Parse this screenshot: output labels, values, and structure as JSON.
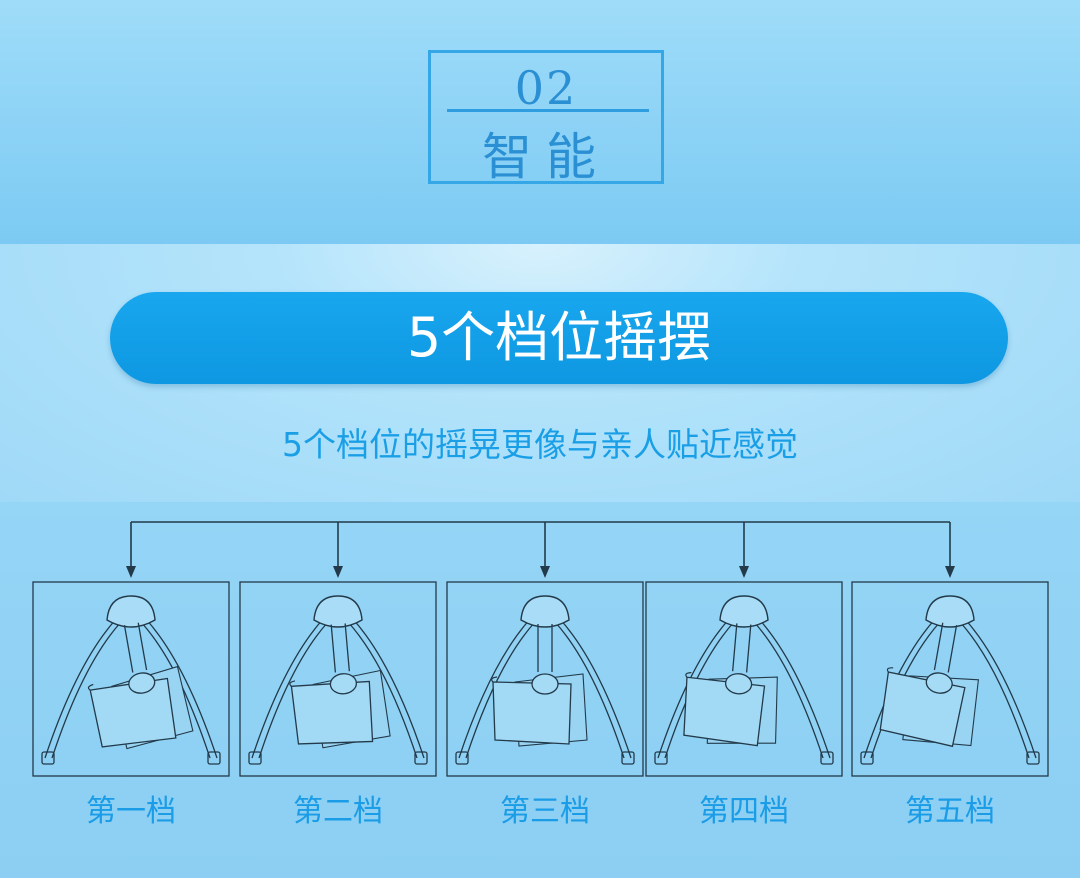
{
  "badge": {
    "number": "02",
    "title": "智能"
  },
  "banner": {
    "title": "5个档位摇摆"
  },
  "subtitle": "5个档位的摇晃更像与亲人贴近感觉",
  "gears": [
    {
      "label": "第一档",
      "swing": -10
    },
    {
      "label": "第二档",
      "swing": -5
    },
    {
      "label": "第三档",
      "swing": 0
    },
    {
      "label": "第四档",
      "swing": 5
    },
    {
      "label": "第五档",
      "swing": 10
    }
  ],
  "colors": {
    "accent": "#139fe8",
    "text": "#1b9ce6",
    "frame": "#223a4a"
  },
  "icons": [
    "arrow-down-icon",
    "baby-swing-icon"
  ]
}
